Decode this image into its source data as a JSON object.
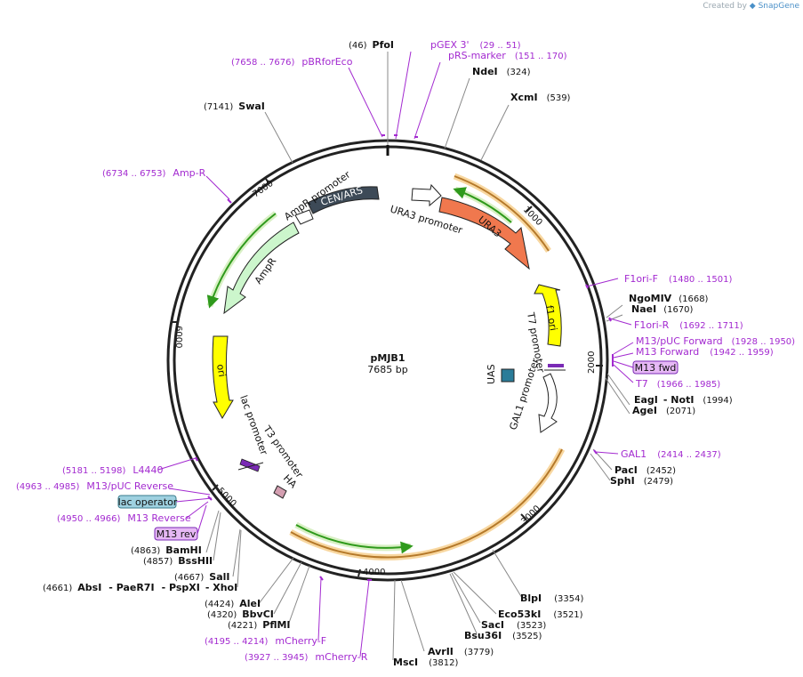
{
  "credit": {
    "prefix": "Created by",
    "brand": "SnapGene"
  },
  "plasmid": {
    "name": "pMJB1",
    "size_label": "7685 bp"
  },
  "ticks": [
    "1000",
    "2000",
    "3000",
    "4000",
    "5000",
    "6000",
    "7000"
  ],
  "features": [
    {
      "id": "cen",
      "label": "CEN/ARS",
      "color": "#3d4a57"
    },
    {
      "id": "ura3p",
      "label": "URA3 promoter",
      "color": "#ffffff"
    },
    {
      "id": "ura3",
      "label": "URA3",
      "color": "#f0784e"
    },
    {
      "id": "f1",
      "label": "f1 ori",
      "color": "#ffff00"
    },
    {
      "id": "t7p",
      "label": "T7 promoter",
      "color": "#ffffff"
    },
    {
      "id": "uas",
      "label": "UAS",
      "color": "#2a7c99"
    },
    {
      "id": "gal1p",
      "label": "GAL1 promoter",
      "color": "#ffffff"
    },
    {
      "id": "amppromoter",
      "label": "AmpR promoter",
      "color": "#ffffff"
    },
    {
      "id": "ampr",
      "label": "AmpR",
      "color": "#ccf6cc"
    },
    {
      "id": "ori",
      "label": "ori",
      "color": "#ffff00"
    },
    {
      "id": "lacp",
      "label": "lac promoter",
      "color": "#ffffff"
    },
    {
      "id": "t3p",
      "label": "T3 promoter",
      "color": "#ffffff"
    },
    {
      "id": "ha",
      "label": "HA",
      "color": "#d49fb1"
    }
  ],
  "restriction_sites": [
    {
      "name": "PfoI",
      "pos": "(46)"
    },
    {
      "name": "NdeI",
      "pos": "(324)"
    },
    {
      "name": "XcmI",
      "pos": "(539)"
    },
    {
      "name": "SwaI",
      "pos": "(7141)"
    },
    {
      "name": "NgoMIV",
      "pos": "(1668)"
    },
    {
      "name": "NaeI",
      "pos": "(1670)"
    },
    {
      "name": "EagI",
      "pos": ""
    },
    {
      "name": "- NotI",
      "pos": "(1994)"
    },
    {
      "name": "AgeI",
      "pos": "(2071)"
    },
    {
      "name": "PacI",
      "pos": "(2452)"
    },
    {
      "name": "SphI",
      "pos": "(2479)"
    },
    {
      "name": "BlpI",
      "pos": "(3354)"
    },
    {
      "name": "Eco53kI",
      "pos": "(3521)"
    },
    {
      "name": "SacI",
      "pos": "(3523)"
    },
    {
      "name": "Bsu36I",
      "pos": "(3525)"
    },
    {
      "name": "AvrII",
      "pos": "(3779)"
    },
    {
      "name": "MscI",
      "pos": "(3812)"
    },
    {
      "name": "BamHI",
      "pos": "(4863)"
    },
    {
      "name": "BssHII",
      "pos": "(4857)"
    },
    {
      "name": "SalI",
      "pos": "(4667)"
    },
    {
      "name": "AbsI",
      "pos": "(4661)"
    },
    {
      "name": "- PaeR7I",
      "pos": ""
    },
    {
      "name": "- PspXI",
      "pos": ""
    },
    {
      "name": "- XhoI",
      "pos": ""
    },
    {
      "name": "AleI",
      "pos": "(4424)"
    },
    {
      "name": "BbvCI",
      "pos": "(4320)"
    },
    {
      "name": "PflMI",
      "pos": "(4221)"
    }
  ],
  "primers": [
    {
      "name": "pGEX 3'",
      "pos": "(29 .. 51)"
    },
    {
      "name": "pRS-marker",
      "pos": "(151 .. 170)"
    },
    {
      "name": "pBRforEco",
      "pos": "(7658 .. 7676)"
    },
    {
      "name": "Amp-R",
      "pos": "(6734 .. 6753)"
    },
    {
      "name": "F1ori-F",
      "pos": "(1480 .. 1501)"
    },
    {
      "name": "F1ori-R",
      "pos": "(1692 .. 1711)"
    },
    {
      "name": "M13/pUC Forward",
      "pos": "(1928 .. 1950)"
    },
    {
      "name": "M13 Forward",
      "pos": "(1942 .. 1959)"
    },
    {
      "name": "T7",
      "pos": "(1966 .. 1985)"
    },
    {
      "name": "GAL1",
      "pos": "(2414 .. 2437)"
    },
    {
      "name": "L4440",
      "pos": "(5181 .. 5198)"
    },
    {
      "name": "M13/pUC Reverse",
      "pos": "(4963 .. 4985)"
    },
    {
      "name": "M13 Reverse",
      "pos": "(4950 .. 4966)"
    },
    {
      "name": "mCherry-F",
      "pos": "(4195 .. 4214)"
    },
    {
      "name": "mCherry-R",
      "pos": "(3927 .. 3945)"
    }
  ],
  "boxed_labels": [
    {
      "text": "M13 fwd",
      "color": "#e6b8f5"
    },
    {
      "text": "lac operator",
      "color": "#9ed1e0"
    },
    {
      "text": "M13 rev",
      "color": "#e6b8f5"
    }
  ]
}
